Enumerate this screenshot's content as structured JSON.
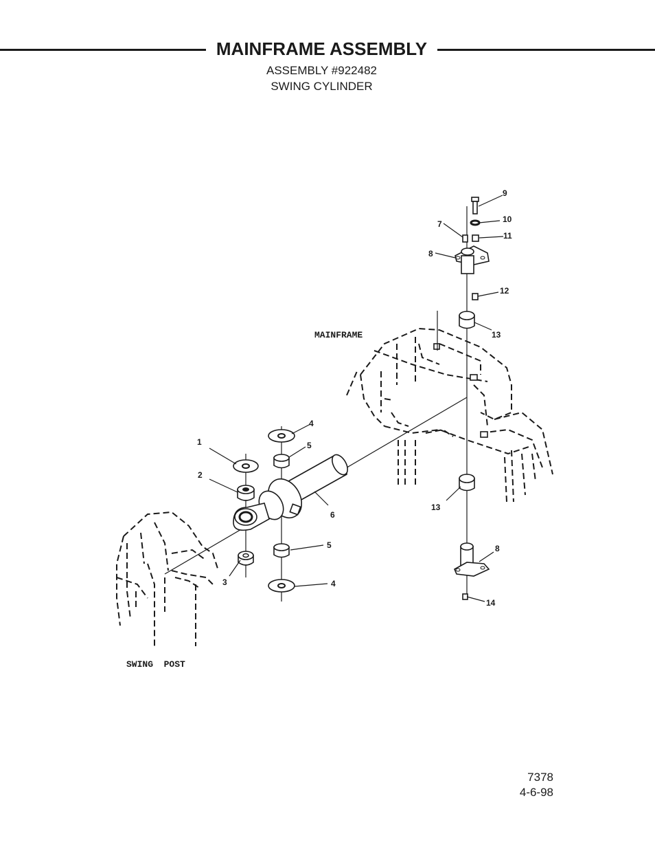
{
  "header": {
    "title": "MAINFRAME ASSEMBLY",
    "assembly_number": "ASSEMBLY #922482",
    "subtitle": "SWING CYLINDER"
  },
  "labels": {
    "mainframe": "MAINFRAME",
    "swing_post": "SWING  POST"
  },
  "callouts": {
    "c1": "1",
    "c2": "2",
    "c3": "3",
    "c4a": "4",
    "c4b": "4",
    "c5a": "5",
    "c5b": "5",
    "c6": "6",
    "c7": "7",
    "c8a": "8",
    "c8b": "8",
    "c9": "9",
    "c10": "10",
    "c11": "11",
    "c12": "12",
    "c13a": "13",
    "c13b": "13",
    "c14": "14"
  },
  "footer": {
    "drawing_number": "7378",
    "date": "4-6-98"
  }
}
